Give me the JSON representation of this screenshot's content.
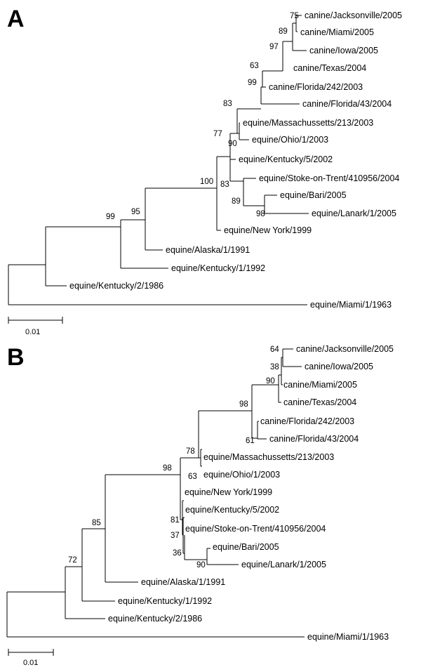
{
  "panels": [
    {
      "letter": "A",
      "scale_label": "0.01",
      "leaves": [
        "canine/Jacksonville/2005",
        "canine/Miami/2005",
        "canine/Iowa/2005",
        "canine/Texas/2004",
        "canine/Florida/242/2003",
        "canine/Florida/43/2004",
        "equine/Massachussetts/213/2003",
        "equine/Ohio/1/2003",
        "equine/Kentucky/5/2002",
        "equine/Stoke-on-Trent/410956/2004",
        "equine/Bari/2005",
        "equine/Lanark/1/2005",
        "equine/New York/1999",
        "equine/Alaska/1/1991",
        "equine/Kentucky/1/1992",
        "equine/Kentucky/2/1986",
        "equine/Miami/1/1963"
      ],
      "support_values": [
        "75",
        "89",
        "97",
        "63",
        "99",
        "83",
        "77",
        "90",
        "100",
        "83",
        "89",
        "98",
        "95",
        "99"
      ]
    },
    {
      "letter": "B",
      "scale_label": "0.01",
      "leaves": [
        "canine/Jacksonville/2005",
        "canine/Iowa/2005",
        "canine/Miami/2005",
        "canine/Texas/2004",
        "canine/Florida/242/2003",
        "canine/Florida/43/2004",
        "equine/Massachussetts/213/2003",
        "equine/Ohio/1/2003",
        "equine/New York/1999",
        "equine/Kentucky/5/2002",
        "equine/Stoke-on-Trent/410956/2004",
        "equine/Bari/2005",
        "equine/Lanark/1/2005",
        "equine/Alaska/1/1991",
        "equine/Kentucky/1/1992",
        "equine/Kentucky/2/1986",
        "equine/Miami/1/1963"
      ],
      "support_values": [
        "64",
        "38",
        "90",
        "98",
        "61",
        "78",
        "63",
        "98",
        "81",
        "37",
        "36",
        "90",
        "85",
        "72"
      ]
    }
  ]
}
